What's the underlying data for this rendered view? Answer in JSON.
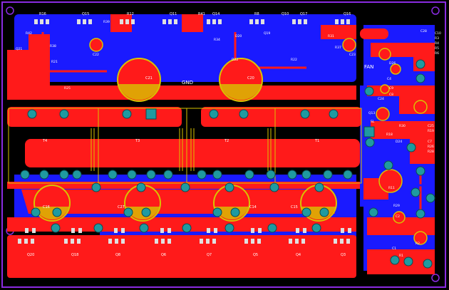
{
  "colors": {
    "background": "#000000",
    "outline": "#8a2be2",
    "top_copper": "#ff1a1a",
    "bottom_copper": "#1a1aff",
    "silkscreen": "#d8c400",
    "pad": "#1f9aa0",
    "label_text": "#ffffff"
  },
  "net_labels": {
    "gnd": "GND",
    "fan": "FAN"
  },
  "top_header_labels": [
    "R16",
    "Q15",
    "R12",
    "Q11",
    "R41",
    "Q14",
    "R8",
    "Q10",
    "Q17",
    "Q16"
  ],
  "main_caps": [
    "C21",
    "C20"
  ],
  "transformers": [
    "T4",
    "T3",
    "T2",
    "T1"
  ],
  "lower_caps": [
    "C16",
    "C27",
    "C14",
    "C15"
  ],
  "bottom_transistors": [
    "Q20",
    "Q18",
    "Q8",
    "Q6",
    "Q7",
    "Q5",
    "Q4",
    "Q3"
  ],
  "misc_labels": [
    "R42",
    "Q21",
    "R38",
    "C22",
    "R39",
    "D20",
    "R34",
    "Q19",
    "R31",
    "R37",
    "C23",
    "R22",
    "R21",
    "D22",
    "R25",
    "C24",
    "Q13",
    "R30",
    "C25",
    "R19",
    "R18",
    "D24",
    "D26",
    "C4",
    "C9",
    "C8",
    "C7",
    "R26",
    "R28",
    "R29",
    "C2",
    "C1",
    "R1",
    "R2",
    "C10",
    "R3",
    "R4",
    "R5",
    "R6",
    "R11",
    "SL",
    "C28"
  ]
}
